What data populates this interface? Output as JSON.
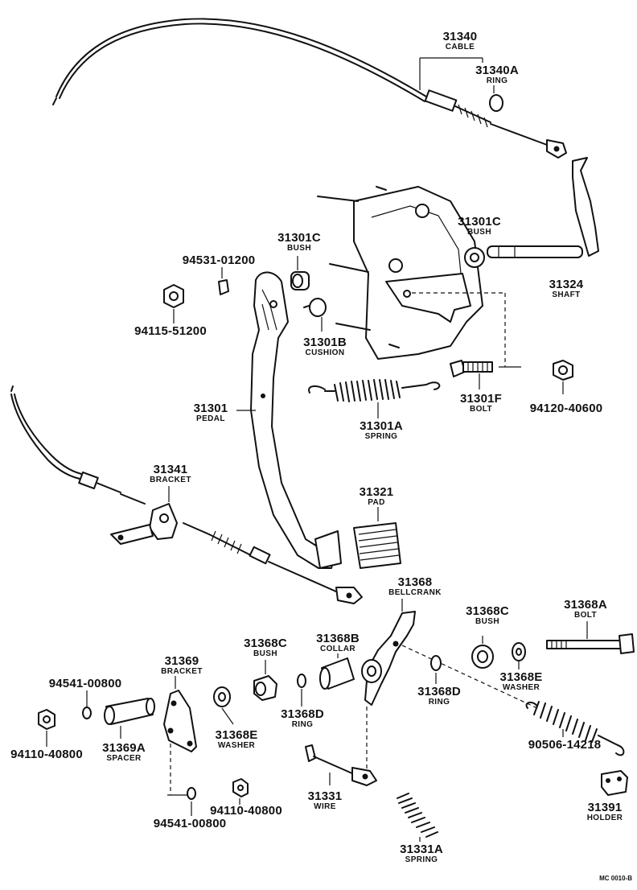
{
  "diagram_code": "MC 0010-B",
  "parts": [
    {
      "id": "p-31340",
      "number": "31340",
      "name": "CABLE"
    },
    {
      "id": "p-31340a",
      "number": "31340A",
      "name": "RING"
    },
    {
      "id": "p-31301c-top",
      "number": "31301C",
      "name": "BUSH"
    },
    {
      "id": "p-31301c-left",
      "number": "31301C",
      "name": "BUSH"
    },
    {
      "id": "p-94531",
      "number": "94531-01200",
      "name": ""
    },
    {
      "id": "p-94115",
      "number": "94115-51200",
      "name": ""
    },
    {
      "id": "p-31324",
      "number": "31324",
      "name": "SHAFT"
    },
    {
      "id": "p-31301b",
      "number": "31301B",
      "name": "CUSHION"
    },
    {
      "id": "p-31301f",
      "number": "31301F",
      "name": "BOLT"
    },
    {
      "id": "p-94120",
      "number": "94120-40600",
      "name": ""
    },
    {
      "id": "p-31301",
      "number": "31301",
      "name": "PEDAL"
    },
    {
      "id": "p-31301a",
      "number": "31301A",
      "name": "SPRING"
    },
    {
      "id": "p-31341",
      "number": "31341",
      "name": "BRACKET"
    },
    {
      "id": "p-31321",
      "number": "31321",
      "name": "PAD"
    },
    {
      "id": "p-31368",
      "number": "31368",
      "name": "BELLCRANK"
    },
    {
      "id": "p-31368c-r",
      "number": "31368C",
      "name": "BUSH"
    },
    {
      "id": "p-31368a",
      "number": "31368A",
      "name": "BOLT"
    },
    {
      "id": "p-31368b",
      "number": "31368B",
      "name": "COLLAR"
    },
    {
      "id": "p-31368c-l",
      "number": "31368C",
      "name": "BUSH"
    },
    {
      "id": "p-31369",
      "number": "31369",
      "name": "BRACKET"
    },
    {
      "id": "p-94541-top",
      "number": "94541-00800",
      "name": ""
    },
    {
      "id": "p-94110-l",
      "number": "94110-40800",
      "name": ""
    },
    {
      "id": "p-31369a",
      "number": "31369A",
      "name": "SPACER"
    },
    {
      "id": "p-31368e-l",
      "number": "31368E",
      "name": "WASHER"
    },
    {
      "id": "p-31368d-l",
      "number": "31368D",
      "name": "RING"
    },
    {
      "id": "p-31368d-r",
      "number": "31368D",
      "name": "RING"
    },
    {
      "id": "p-31368e-r",
      "number": "31368E",
      "name": "WASHER"
    },
    {
      "id": "p-90506",
      "number": "90506-14218",
      "name": ""
    },
    {
      "id": "p-31331",
      "number": "31331",
      "name": "WIRE"
    },
    {
      "id": "p-94541-bot",
      "number": "94541-00800",
      "name": ""
    },
    {
      "id": "p-94110-r",
      "number": "94110-40800",
      "name": ""
    },
    {
      "id": "p-31391",
      "number": "31391",
      "name": "HOLDER"
    },
    {
      "id": "p-31331a",
      "number": "31331A",
      "name": "SPRING"
    }
  ]
}
